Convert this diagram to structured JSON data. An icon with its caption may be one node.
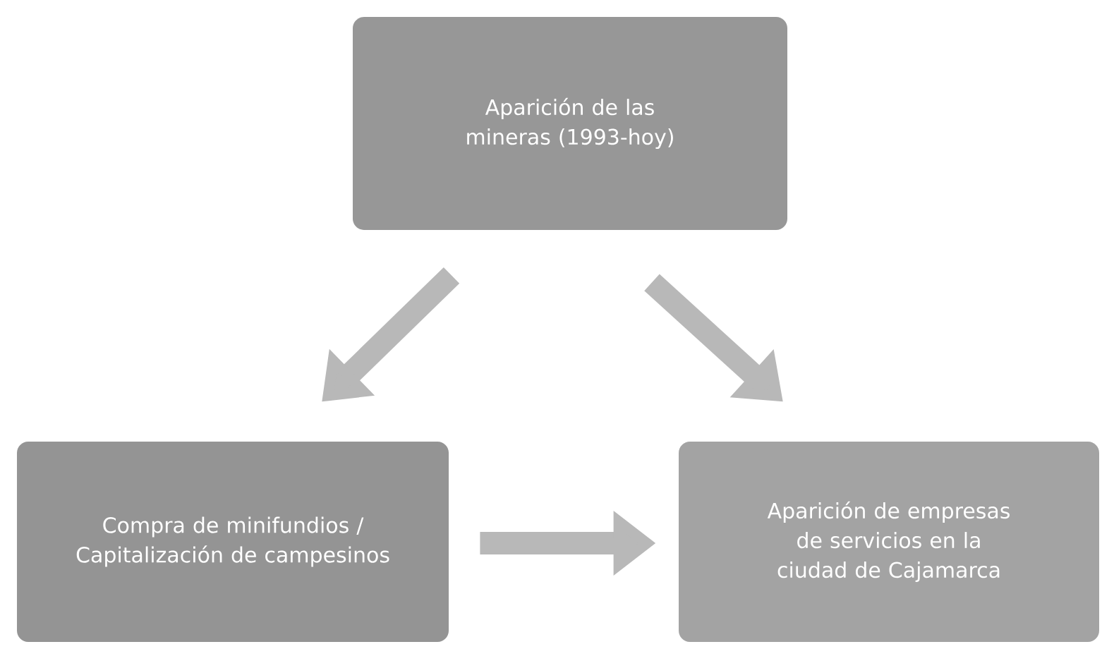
{
  "diagram": {
    "nodes": [
      {
        "text": [
          "Aparición de las mineras (1993-hoy)"
        ]
      },
      {
        "text": [
          "Compra de minifundios / Capitalización de campesinos"
        ]
      },
      {
        "text": [
          "Aparición de empresas de servicios en la ciudad de Cajamarca"
        ]
      }
    ],
    "edges": [
      {
        "from": 0,
        "to": 1,
        "arrow": "to"
      },
      {
        "from": 0,
        "to": 2,
        "arrow": "to"
      },
      {
        "from": 1,
        "to": 2,
        "arrow": "to"
      }
    ]
  }
}
